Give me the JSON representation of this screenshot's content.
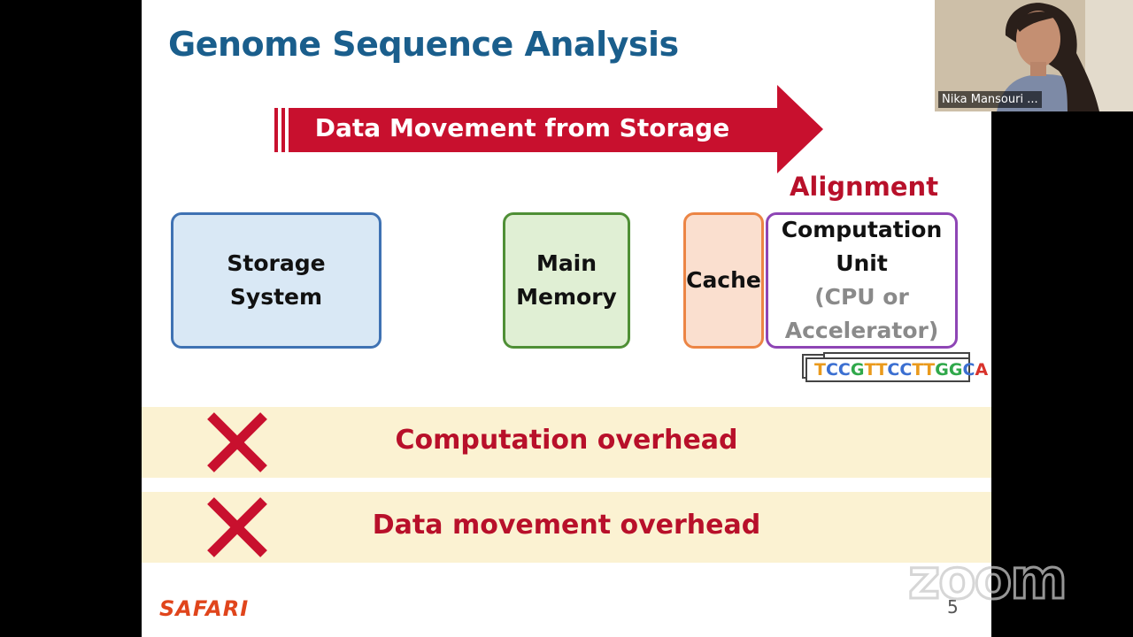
{
  "slide": {
    "title": "Genome Sequence Analysis",
    "arrow_label": "Data Movement from Storage",
    "alignment_label": "Alignment",
    "storage": {
      "line1": "Storage",
      "line2": "System"
    },
    "memory": {
      "line1": "Main",
      "line2": "Memory"
    },
    "cache": {
      "label": "Cache"
    },
    "computation_unit": {
      "line1": "Computation",
      "line2": "Unit",
      "line3": "(CPU or",
      "line4": "Accelerator)"
    },
    "sequence": {
      "letters": [
        {
          "ch": "T",
          "color": "#ea9a1c"
        },
        {
          "ch": "C",
          "color": "#3b6fd1"
        },
        {
          "ch": "C",
          "color": "#3b6fd1"
        },
        {
          "ch": "G",
          "color": "#2fa84a"
        },
        {
          "ch": "T",
          "color": "#ea9a1c"
        },
        {
          "ch": "T",
          "color": "#ea9a1c"
        },
        {
          "ch": "C",
          "color": "#3b6fd1"
        },
        {
          "ch": "C",
          "color": "#3b6fd1"
        },
        {
          "ch": "T",
          "color": "#ea9a1c"
        },
        {
          "ch": "T",
          "color": "#ea9a1c"
        },
        {
          "ch": "G",
          "color": "#2fa84a"
        },
        {
          "ch": "G",
          "color": "#2fa84a"
        },
        {
          "ch": "C",
          "color": "#3b6fd1"
        },
        {
          "ch": "A",
          "color": "#d8322b"
        }
      ]
    },
    "overheads": [
      {
        "label": "Computation overhead"
      },
      {
        "label": "Data movement overhead"
      }
    ],
    "logo": "SAFARI",
    "page_number": "5"
  },
  "participant": {
    "name": "Nika Mansouri ..."
  },
  "watermark": "zoom",
  "colors": {
    "title": "#1a5e8c",
    "accent_red": "#b8102a",
    "band": "#fbf2d2"
  }
}
